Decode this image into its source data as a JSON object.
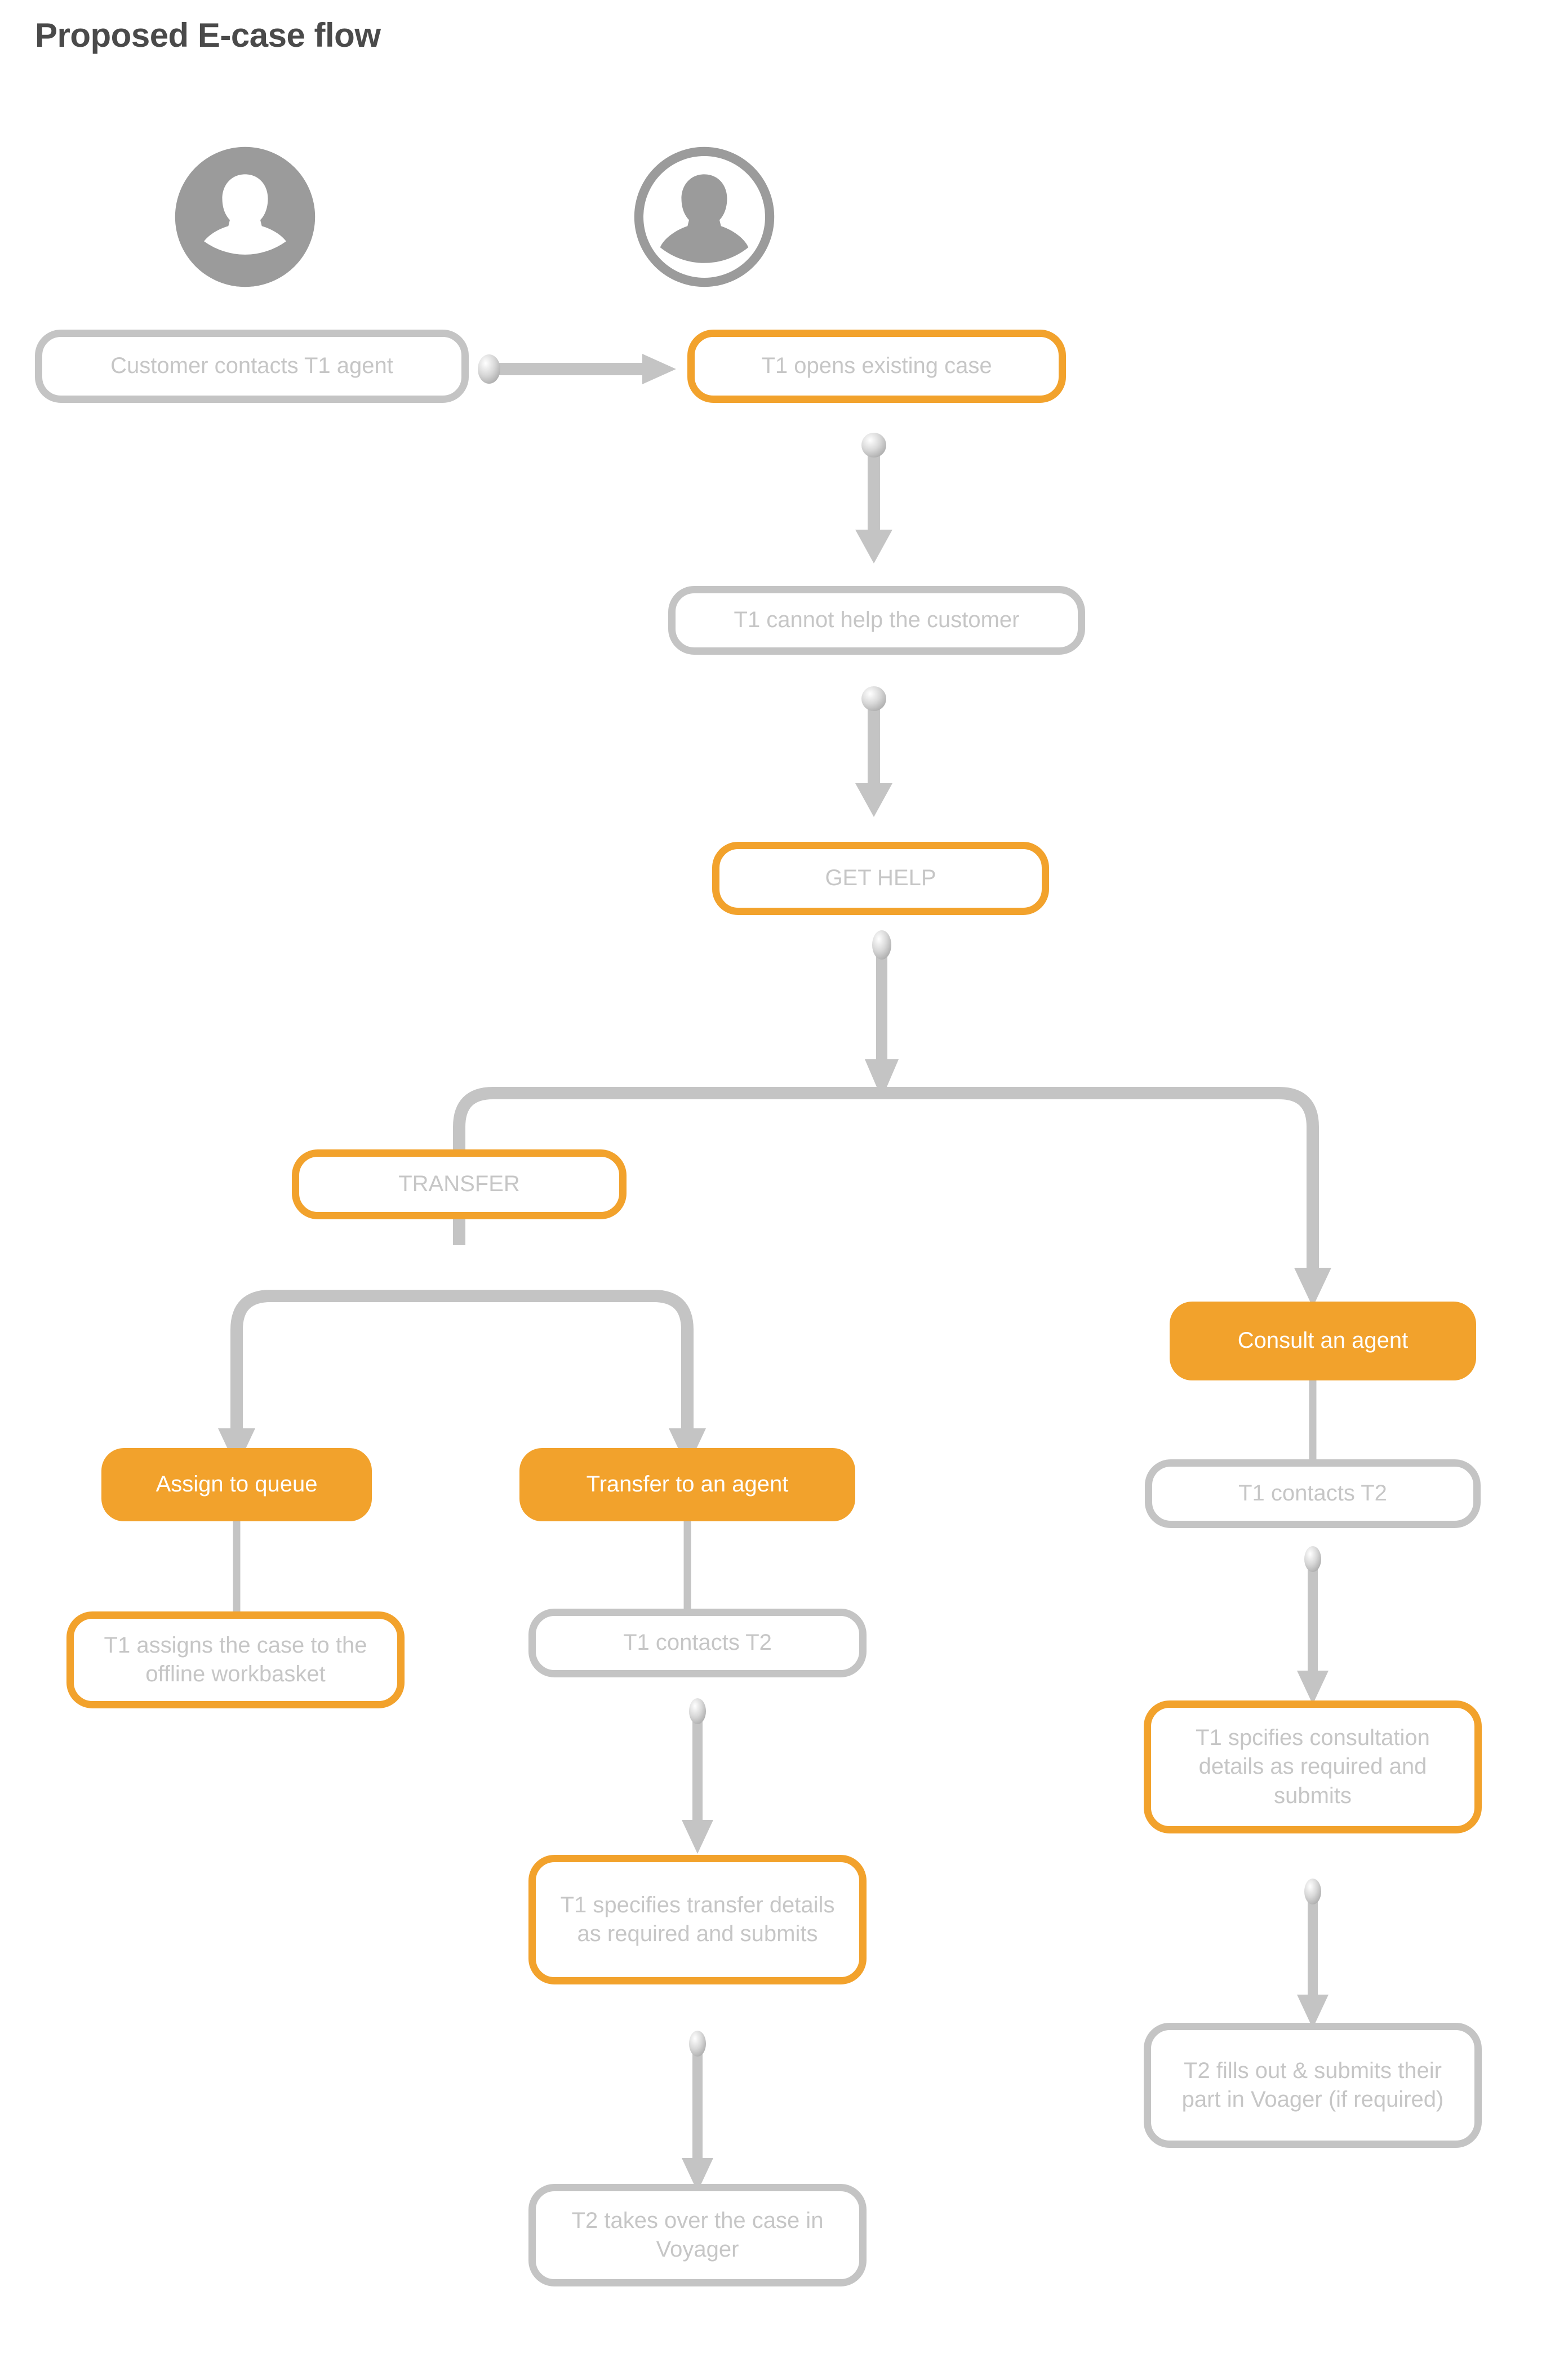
{
  "page": {
    "title": "Proposed E-case flow",
    "background": "#ffffff"
  },
  "colors": {
    "accent_orange": "#f2a22c",
    "node_gray": "#c4c4c4",
    "text_gray": "#c6c6c6",
    "title_gray": "#4a4a4a",
    "connector_gray": "#c4c4c4",
    "avatar_gray": "#9b9b9b",
    "filled_text": "#ffffff"
  },
  "avatars": [
    {
      "id": "customer-avatar",
      "icon": "person-avatar-filled-icon",
      "style": "filled-circle"
    },
    {
      "id": "t1-agent-avatar",
      "icon": "person-avatar-outline-icon",
      "style": "outline-circle"
    }
  ],
  "chart_data": {
    "type": "diagram",
    "title": "Proposed E-case flow",
    "nodes": [
      {
        "id": "customer-contacts-t1",
        "label": "Customer contacts T1 agent",
        "style": "gray-outline"
      },
      {
        "id": "t1-opens-existing-case",
        "label": "T1 opens existing case",
        "style": "orange-outline"
      },
      {
        "id": "t1-cannot-help",
        "label": "T1 cannot help the customer",
        "style": "gray-outline"
      },
      {
        "id": "get-help",
        "label": "GET HELP",
        "style": "orange-outline"
      },
      {
        "id": "transfer",
        "label": "TRANSFER",
        "style": "orange-outline"
      },
      {
        "id": "consult-an-agent",
        "label": "Consult an agent",
        "style": "orange-filled"
      },
      {
        "id": "assign-to-queue",
        "label": "Assign to queue",
        "style": "orange-filled"
      },
      {
        "id": "transfer-to-an-agent",
        "label": "Transfer to an agent",
        "style": "orange-filled"
      },
      {
        "id": "t1-contacts-t2-right",
        "label": "T1 contacts T2",
        "style": "gray-outline"
      },
      {
        "id": "t1-assigns-offline",
        "label": "T1 assigns the case to the offline workbasket",
        "style": "orange-outline"
      },
      {
        "id": "t1-contacts-t2-middle",
        "label": "T1 contacts T2",
        "style": "gray-outline"
      },
      {
        "id": "t1-specifies-consultation",
        "label": "T1 spcifies consultation details as required and submits",
        "style": "orange-outline"
      },
      {
        "id": "t1-specifies-transfer",
        "label": "T1 specifies transfer details as required and submits",
        "style": "orange-outline"
      },
      {
        "id": "t2-fills-out",
        "label": "T2 fills out & submits their part in Voager (if required)",
        "style": "gray-outline"
      },
      {
        "id": "t2-takes-over",
        "label": "T2 takes over the case in Voyager",
        "style": "gray-outline"
      }
    ],
    "edges": [
      {
        "from": "customer-contacts-t1",
        "to": "t1-opens-existing-case",
        "kind": "arrow-horizontal"
      },
      {
        "from": "t1-opens-existing-case",
        "to": "t1-cannot-help",
        "kind": "arrow-vertical"
      },
      {
        "from": "t1-cannot-help",
        "to": "get-help",
        "kind": "arrow-vertical"
      },
      {
        "from": "get-help",
        "to": "transfer",
        "kind": "arrow-branch"
      },
      {
        "from": "get-help",
        "to": "consult-an-agent",
        "kind": "arrow-branch"
      },
      {
        "from": "transfer",
        "to": "assign-to-queue",
        "kind": "arrow-branch"
      },
      {
        "from": "transfer",
        "to": "transfer-to-an-agent",
        "kind": "arrow-branch"
      },
      {
        "from": "consult-an-agent",
        "to": "t1-contacts-t2-right",
        "kind": "line"
      },
      {
        "from": "assign-to-queue",
        "to": "t1-assigns-offline",
        "kind": "line"
      },
      {
        "from": "transfer-to-an-agent",
        "to": "t1-contacts-t2-middle",
        "kind": "line"
      },
      {
        "from": "t1-contacts-t2-right",
        "to": "t1-specifies-consultation",
        "kind": "arrow-vertical"
      },
      {
        "from": "t1-contacts-t2-middle",
        "to": "t1-specifies-transfer",
        "kind": "arrow-vertical"
      },
      {
        "from": "t1-specifies-consultation",
        "to": "t2-fills-out",
        "kind": "arrow-vertical"
      },
      {
        "from": "t1-specifies-transfer",
        "to": "t2-takes-over",
        "kind": "arrow-vertical"
      }
    ]
  }
}
